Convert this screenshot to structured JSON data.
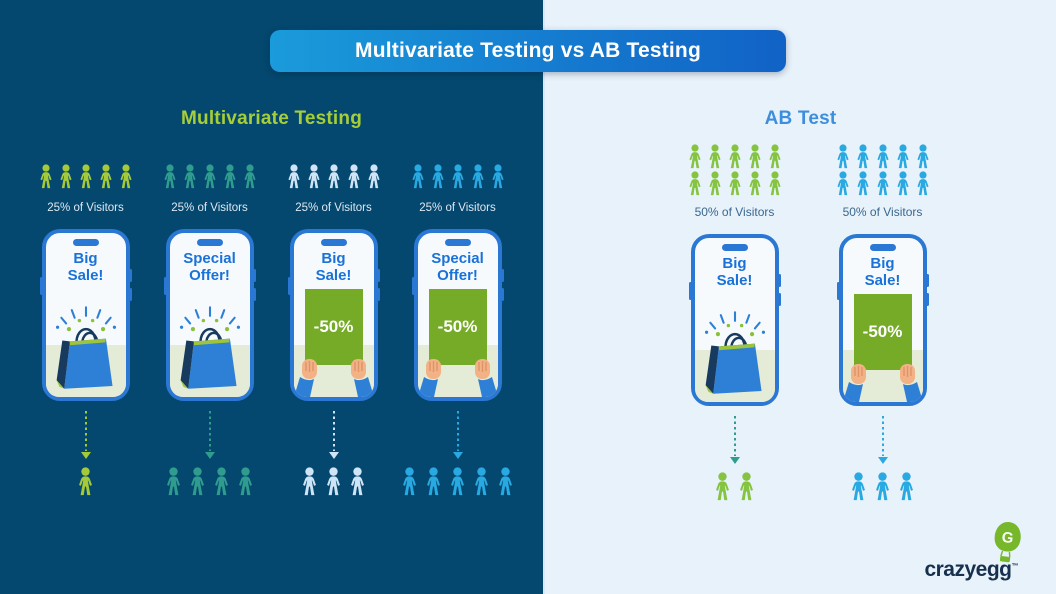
{
  "banner": {
    "title": "Multivariate Testing vs AB Testing",
    "gradient_start": "#1a9bda",
    "gradient_end": "#1162c6",
    "text_color": "#ffffff"
  },
  "palette": {
    "left_background": "#04486f",
    "right_background": "#e8f2fa",
    "phone_border": "#2b77d4",
    "phone_headline": "#1a72d8",
    "sign_green": "#75ab27",
    "ground_green": "#e4ebd6"
  },
  "icons": {
    "person": "person-icon",
    "arrow": "dotted-down-arrow-icon",
    "bag": "shopping-bag-icon",
    "egg": "egg-balloon-icon"
  },
  "left_section": {
    "heading": "Multivariate Testing",
    "heading_color": "#a6ce38",
    "columns": [
      {
        "visitors_label": "25% of Visitors",
        "visitor_count": 5,
        "person_color": "#a4ca3a",
        "arrow_color": "#a4ca3a",
        "result_count": 1,
        "phone": {
          "headline": "Big\nSale!",
          "content": "shopping-bag"
        }
      },
      {
        "visitors_label": "25% of Visitors",
        "visitor_count": 5,
        "person_color": "#2f9c8e",
        "arrow_color": "#2f9c8e",
        "result_count": 4,
        "phone": {
          "headline": "Special\nOffer!",
          "content": "shopping-bag"
        }
      },
      {
        "visitors_label": "25% of Visitors",
        "visitor_count": 5,
        "person_color": "#cfe4f6",
        "arrow_color": "#cfe4f6",
        "result_count": 3,
        "phone": {
          "headline": "Big\nSale!",
          "content": "discount-sign",
          "discount": "-50%"
        }
      },
      {
        "visitors_label": "25% of Visitors",
        "visitor_count": 5,
        "person_color": "#29a9e1",
        "arrow_color": "#29a9e1",
        "result_count": 5,
        "phone": {
          "headline": "Special\nOffer!",
          "content": "discount-sign",
          "discount": "-50%"
        }
      }
    ]
  },
  "right_section": {
    "heading": "AB Test",
    "heading_color": "#3e8ede",
    "columns": [
      {
        "visitors_label": "50% of Visitors",
        "visitor_count": 10,
        "person_color": "#85c441",
        "arrow_color": "#2f9c8e",
        "result_count": 2,
        "phone": {
          "headline": "Big\nSale!",
          "content": "shopping-bag"
        }
      },
      {
        "visitors_label": "50% of Visitors",
        "visitor_count": 10,
        "person_color": "#29a9e1",
        "arrow_color": "#29a9e1",
        "result_count": 3,
        "phone": {
          "headline": "Big\nSale!",
          "content": "discount-sign",
          "discount": "-50%"
        }
      }
    ]
  },
  "logo": {
    "brand": "crazyegg",
    "trademark": "™"
  }
}
